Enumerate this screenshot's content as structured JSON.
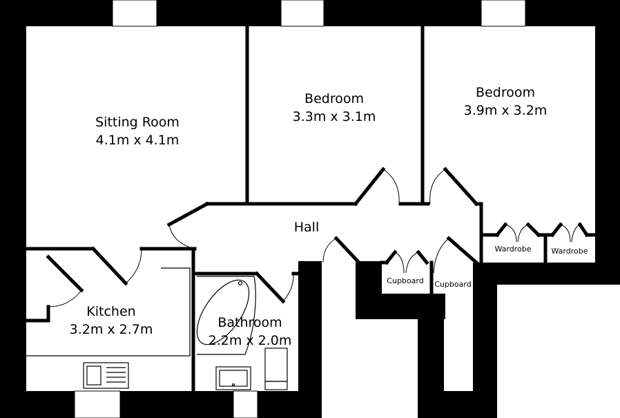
{
  "rooms": {
    "sitting_room": {
      "name": "Sitting Room",
      "size": "4.1m x 4.1m"
    },
    "bedroom_1": {
      "name": "Bedroom",
      "size": "3.3m x 3.1m"
    },
    "bedroom_2": {
      "name": "Bedroom",
      "size": "3.9m x 3.2m"
    },
    "hall": {
      "name": "Hall"
    },
    "kitchen": {
      "name": "Kitchen",
      "size": "3.2m x 2.7m"
    },
    "bathroom": {
      "name": "Bathroom",
      "size": "2.2m x 2.0m"
    }
  },
  "storage": {
    "wardrobe_1": "Wardrobe",
    "wardrobe_2": "Wardrobe",
    "cupboard_1": "Cupboard",
    "cupboard_2": "Cupboard"
  }
}
